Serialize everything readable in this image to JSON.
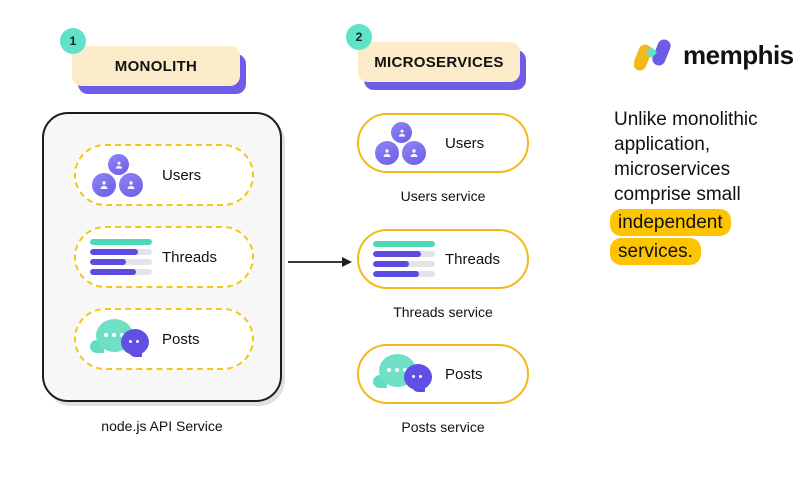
{
  "sections": [
    {
      "badge": "1",
      "title": "MONOLITH"
    },
    {
      "badge": "2",
      "title": "MICROSERVICES"
    }
  ],
  "monolith": {
    "caption": "node.js API Service",
    "modules": [
      {
        "label": "Users",
        "icon": "users-icon"
      },
      {
        "label": "Threads",
        "icon": "threads-icon"
      },
      {
        "label": "Posts",
        "icon": "posts-icon"
      }
    ]
  },
  "microservices": [
    {
      "label": "Users",
      "icon": "users-icon",
      "caption": "Users service"
    },
    {
      "label": "Threads",
      "icon": "threads-icon",
      "caption": "Threads service"
    },
    {
      "label": "Posts",
      "icon": "posts-icon",
      "caption": "Posts service"
    }
  ],
  "arrow": {
    "name": "flow-arrow-right"
  },
  "brand": {
    "name": "memphis",
    "logo_icon": "memphis-logo-icon"
  },
  "blurb": {
    "lines": [
      {
        "text": "Unlike monolithic",
        "highlight": false
      },
      {
        "text": "application,",
        "highlight": false
      },
      {
        "text": "microservices",
        "highlight": false
      },
      {
        "text": "comprise small",
        "highlight": false
      },
      {
        "text": "independent",
        "highlight": true
      },
      {
        "text": "services.",
        "highlight": true
      }
    ]
  },
  "colors": {
    "purple": "#6C5CE7",
    "teal": "#5FE3C8",
    "yellow": "#F5B81B",
    "highlight_yellow": "#FFC400",
    "cream": "#FBEBC8",
    "ink": "#111111",
    "track_grey": "#E3E3EA"
  }
}
